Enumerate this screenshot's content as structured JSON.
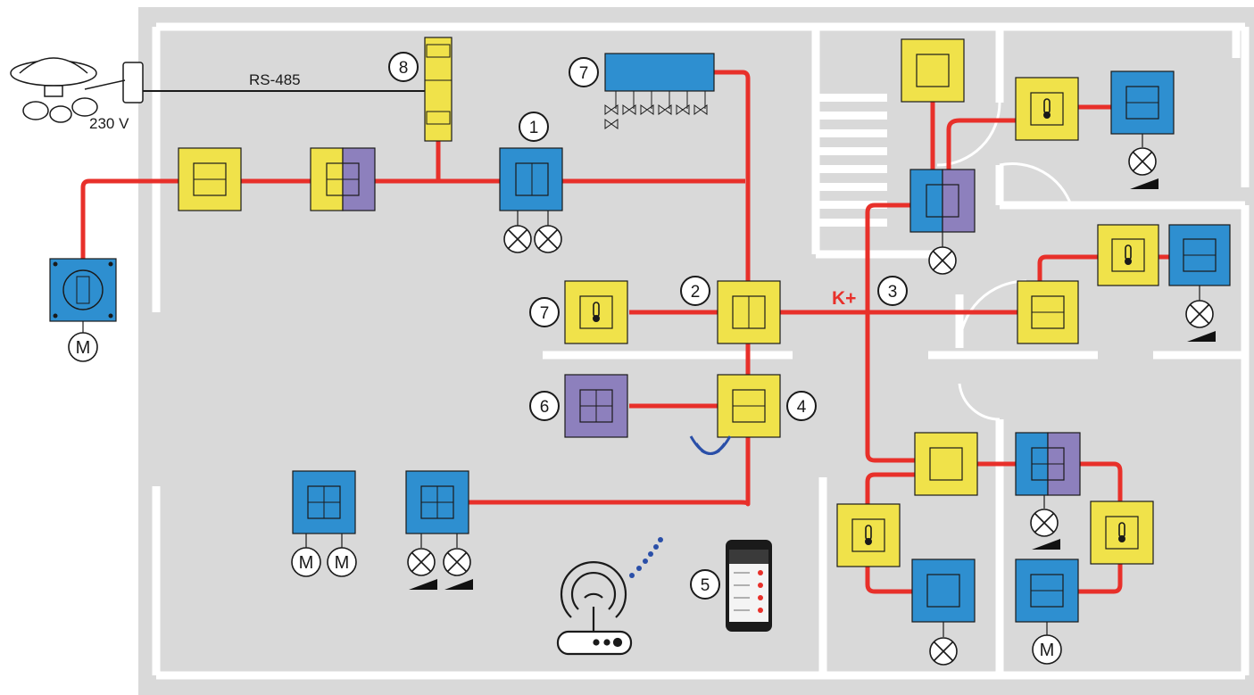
{
  "labels": {
    "rs485": "RS-485",
    "voltage": "230 V",
    "kplus": "K+",
    "motor": "M"
  },
  "markers": {
    "m1": "1",
    "m2": "2",
    "m3": "3",
    "m4": "4",
    "m5": "5",
    "m6": "6",
    "m7a": "7",
    "m7b": "7",
    "m8": "8"
  },
  "colors": {
    "background": "#ffffff",
    "floor": "#d9d9d9",
    "walls": "#ffffff",
    "bus_line": "#e8302a",
    "rs485_line": "#1a1a1a",
    "device_yellow": "#f0e24a",
    "device_blue": "#2e8fd0",
    "device_purple": "#8d80bd",
    "label_red": "#e8302a",
    "wireless": "#2a4fa8"
  },
  "icons": [
    "weather-station-icon",
    "din-rail-module-icon",
    "heating-actuator-icon",
    "lamp-icon",
    "dimmer-icon",
    "motor-icon",
    "thermostat-icon",
    "router-icon",
    "smartphone-icon",
    "wireless-signal-icon"
  ]
}
